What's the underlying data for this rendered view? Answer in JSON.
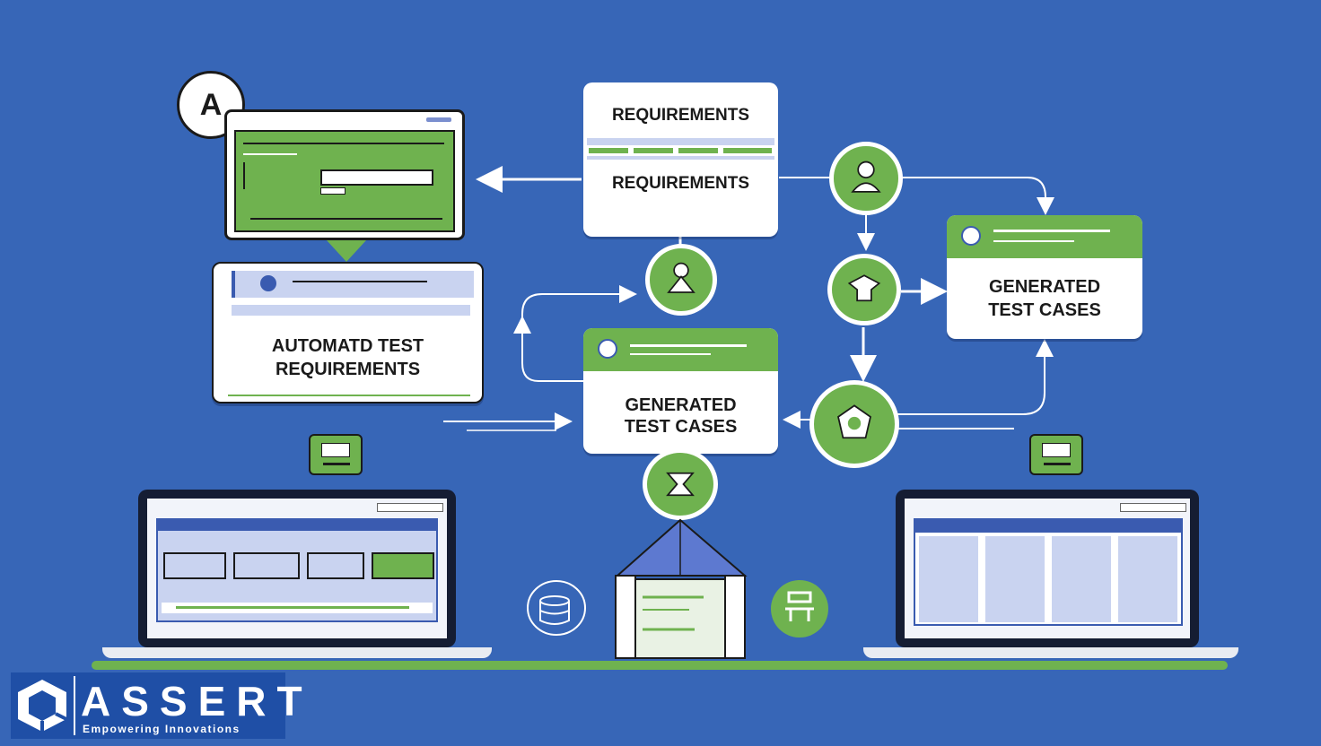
{
  "badge": {
    "letter": "A"
  },
  "cards": {
    "requirements_top": {
      "line1": "REQUIREMENTS",
      "line2": "REQUIREMENTS"
    },
    "automated": {
      "line1": "AUTOMATD TEST",
      "line2": "REQUIREMENTS"
    },
    "generated_center": {
      "line1": "GENERATED",
      "line2": "TEST CASES"
    },
    "generated_right": {
      "line1": "GENERATED",
      "line2": "TEST CASES"
    }
  },
  "logo": {
    "name": "ASSERT",
    "tagline": "Empowering Innovations"
  },
  "colors": {
    "background": "#3766b7",
    "accent": "#6fb24f",
    "card": "#ffffff",
    "screen": "#151d33"
  },
  "icons": [
    "user-icon",
    "funnel-icon",
    "recycle-icon",
    "hourglass-icon",
    "database-icon",
    "robot-icon",
    "document-icon"
  ]
}
